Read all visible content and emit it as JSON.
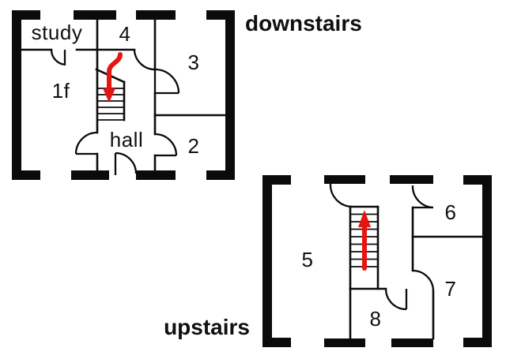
{
  "colors": {
    "wall": "#0b0b0b",
    "arrow": "#e61512",
    "background": "#ffffff"
  },
  "icons": {
    "downstairs_arrow": "stairs-down-arrow",
    "upstairs_arrow": "stairs-up-arrow"
  },
  "floors": {
    "downstairs": {
      "label": "downstairs",
      "rooms": {
        "study": "study",
        "room4": "4",
        "room3": "3",
        "room1f": "1f",
        "hall": "hall",
        "room2": "2"
      }
    },
    "upstairs": {
      "label": "upstairs",
      "rooms": {
        "room5": "5",
        "room6": "6",
        "room7": "7",
        "room8": "8"
      }
    }
  }
}
